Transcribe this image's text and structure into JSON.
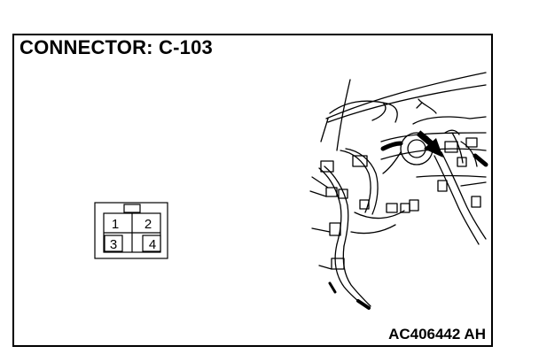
{
  "title": "CONNECTOR: C-103",
  "figure_code": "AC406442 AH",
  "connector": {
    "pins": [
      {
        "label": "1"
      },
      {
        "label": "2"
      },
      {
        "label": "3"
      },
      {
        "label": "4"
      }
    ]
  },
  "colors": {
    "line": "#000000",
    "background": "#ffffff"
  }
}
